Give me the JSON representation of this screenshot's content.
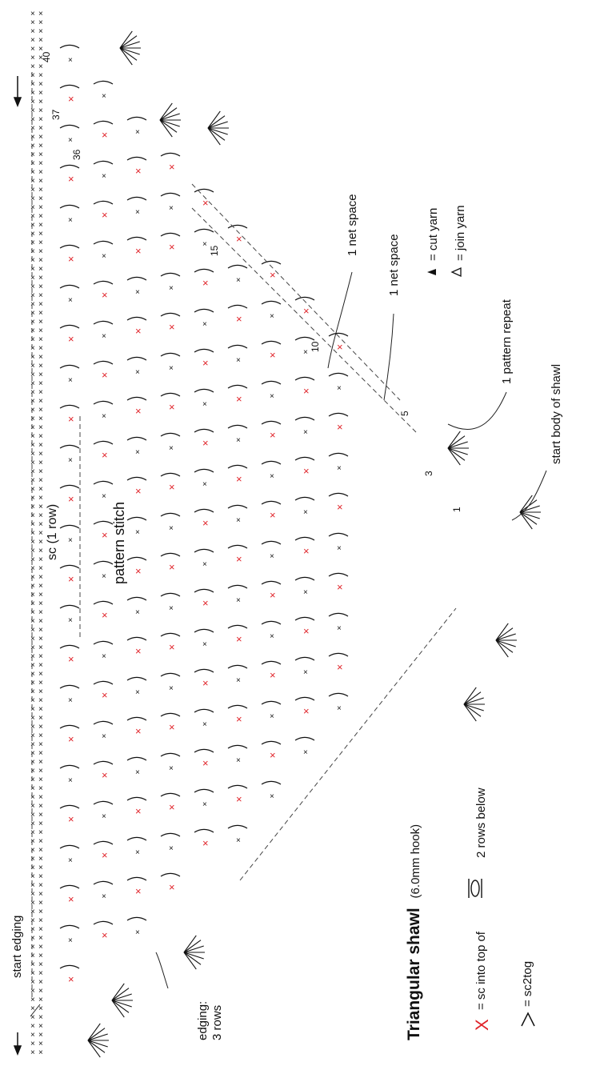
{
  "labels": {
    "title": "Triangular shawl",
    "hook": "(6.0mm hook)",
    "sc_row": "sc (1 row)",
    "pattern_stitch": "pattern stitch",
    "start_edging": "start edging",
    "edging_line1": "edging:",
    "edging_line2": "3 rows",
    "net_space_a": "1 net space",
    "net_space_b": "1 net space",
    "cut_yarn": "= cut yarn",
    "join_yarn": "= join yarn",
    "pattern_repeat": "1 pattern repeat",
    "start_body": "start body of shawl",
    "legend_sc_prefix": "= sc into top of",
    "legend_sc_suffix": "2 rows below",
    "legend_sc2tog": "= sc2tog"
  },
  "row_numbers": [
    "40",
    "37",
    "36",
    "15",
    "10",
    "5",
    "3",
    "1"
  ],
  "colors": {
    "ink": "#111111",
    "accent_red": "#e0242a",
    "guide": "#444444"
  },
  "icons": [
    "cut-yarn-triangle-icon",
    "join-yarn-triangle-icon",
    "red-x-symbol-icon",
    "sc2tog-caret-icon",
    "arrow-icon"
  ]
}
